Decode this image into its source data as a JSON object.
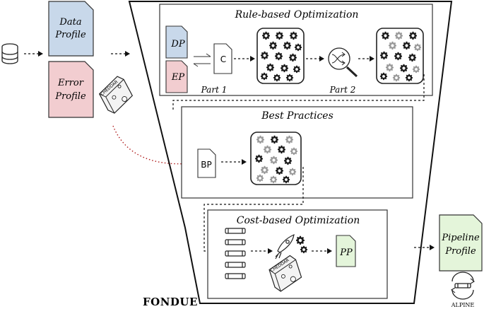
{
  "inputs": {
    "data_profile_line1": "Data",
    "data_profile_line2": "Profile",
    "error_profile_line1": "Error",
    "error_profile_line2": "Profile",
    "cheese_label": "CHEDDAR"
  },
  "rule_based": {
    "title": "Rule-based Optimization",
    "dp": "DP",
    "ep": "EP",
    "code": "C",
    "part1": "Part 1",
    "part2": "Part 2"
  },
  "best_practices": {
    "title": "Best Practices",
    "bp": "BP"
  },
  "cost_based": {
    "title": "Cost-based Optimization",
    "pp": "PP",
    "cheese_label": "CHEDDAR"
  },
  "output": {
    "pipeline_line1": "Pipeline",
    "pipeline_line2": "Profile",
    "alpine_label": "ALPINE"
  },
  "brand": "FONDUE",
  "colors": {
    "data_profile": "#c8d8ea",
    "error_profile": "#f2cdd0",
    "pipeline_profile": "#e4f5da",
    "dp_fill": "#c8d8ea",
    "ep_fill": "#f2cdd0",
    "pp_fill": "#e4f5da",
    "cheese": "#f3f3f3",
    "dotted_arrow": "#b01c1c"
  }
}
